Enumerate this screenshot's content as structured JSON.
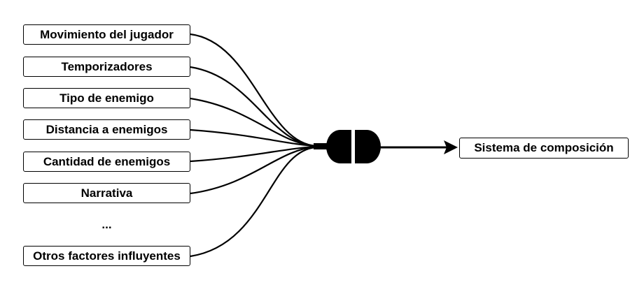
{
  "inputs": [
    "Movimiento del jugador",
    "Temporizadores",
    "Tipo de enemigo",
    "Distancia a enemigos",
    "Cantidad de enemigos",
    "Narrativa",
    "Otros factores influyentes"
  ],
  "ellipsis": "...",
  "output": "Sistema de composición",
  "connector_icon": "plug-connector-icon",
  "arrow_icon": "arrow-right-icon",
  "colors": {
    "stroke": "#000000",
    "background": "#ffffff"
  }
}
